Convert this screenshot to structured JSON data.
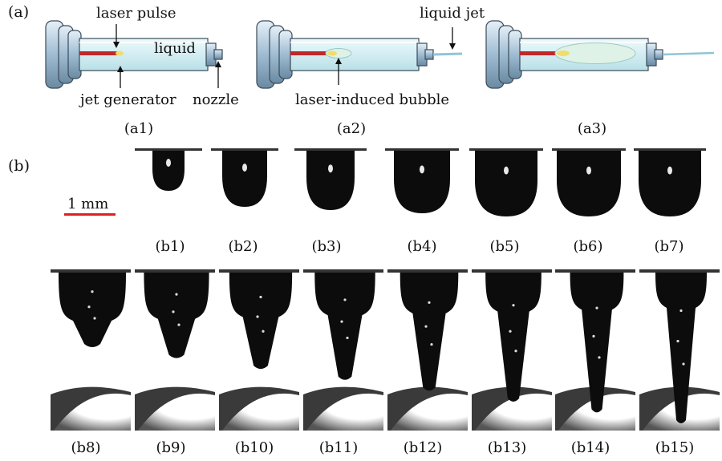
{
  "panel_a_label": "(a)",
  "panel_b_label": "(b)",
  "annotations": {
    "laser_pulse": "laser pulse",
    "liquid": "liquid",
    "jet_generator": "jet generator",
    "nozzle": "nozzle",
    "laser_induced_bubble": "laser-induced bubble",
    "liquid_jet": "liquid jet"
  },
  "captions_a": [
    "(a1)",
    "(a2)",
    "(a3)"
  ],
  "scale_bar": {
    "label": "1 mm",
    "color": "#e02020"
  },
  "captions_b_row1": [
    "(b1)",
    "(b2)",
    "(b3)",
    "(b4)",
    "(b5)",
    "(b6)",
    "(b7)"
  ],
  "captions_b_row2": [
    "(b8)",
    "(b9)",
    "(b10)",
    "(b11)",
    "(b12)",
    "(b13)",
    "(b14)",
    "(b15)"
  ],
  "colors": {
    "device_body": "#bcd6ea",
    "device_outline": "#3a4a58",
    "tube_fill": "#d8f0f4",
    "laser_fiber": "#c0282a",
    "bubble": "#f1dd6a",
    "droplet": "#0c0c0c"
  }
}
